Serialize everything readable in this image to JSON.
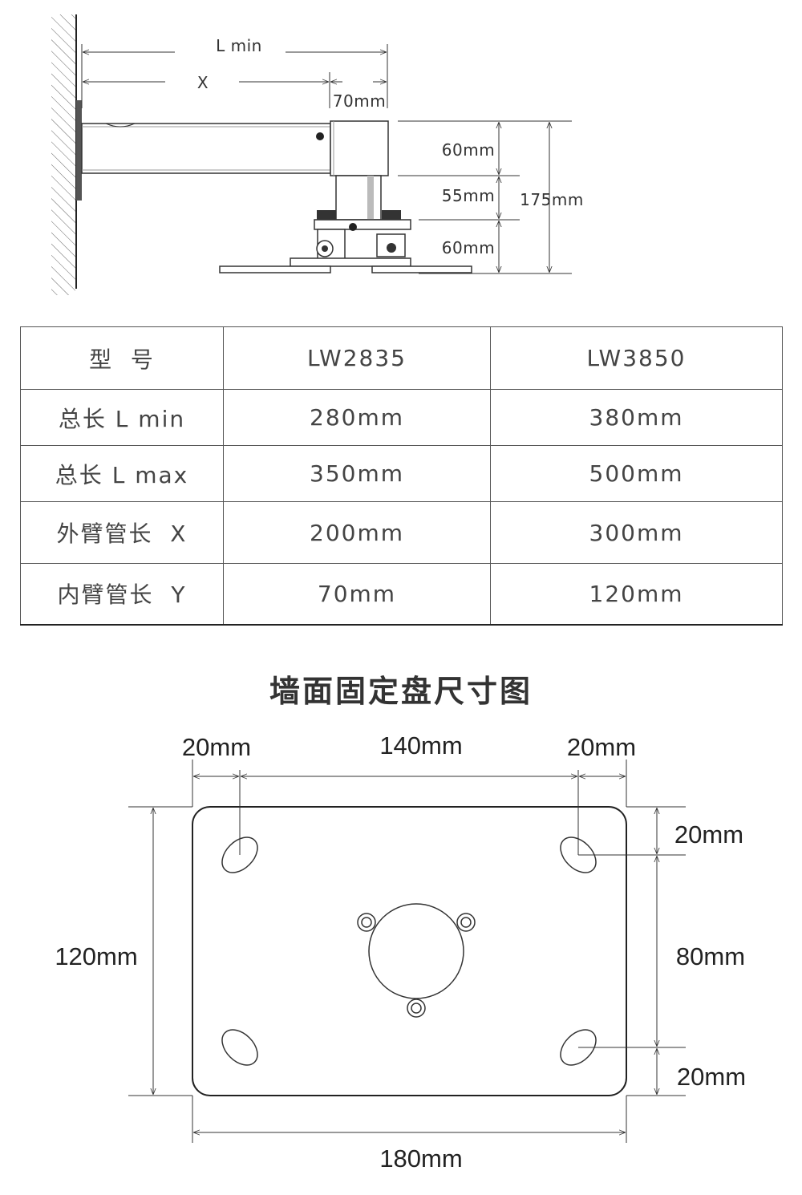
{
  "top_diagram": {
    "labels": {
      "l_min": "L min",
      "x": "X",
      "offset_70": "70mm",
      "h_60_top": "60mm",
      "h_55": "55mm",
      "h_175": "175mm",
      "h_60_bottom": "60mm"
    }
  },
  "spec_table": {
    "header": {
      "label": "型  号",
      "model_a": "LW2835",
      "model_b": "LW3850"
    },
    "rows": [
      {
        "label": "总长 L min",
        "a": "280mm",
        "b": "380mm"
      },
      {
        "label": "总长 L max",
        "a": "350mm",
        "b": "500mm"
      },
      {
        "label": "外臂管长  X",
        "a": "200mm",
        "b": "300mm"
      },
      {
        "label": "内臂管长  Y",
        "a": "70mm",
        "b": "120mm"
      }
    ]
  },
  "plate_diagram": {
    "title": "墙面固定盘尺寸图",
    "labels": {
      "top_left": "20mm",
      "top_center": "140mm",
      "top_right": "20mm",
      "right_top": "20mm",
      "right_middle": "80mm",
      "right_bottom": "20mm",
      "left_height": "120mm",
      "bottom_width": "180mm"
    }
  },
  "colors": {
    "line": "#333333",
    "table_border": "#555555"
  }
}
